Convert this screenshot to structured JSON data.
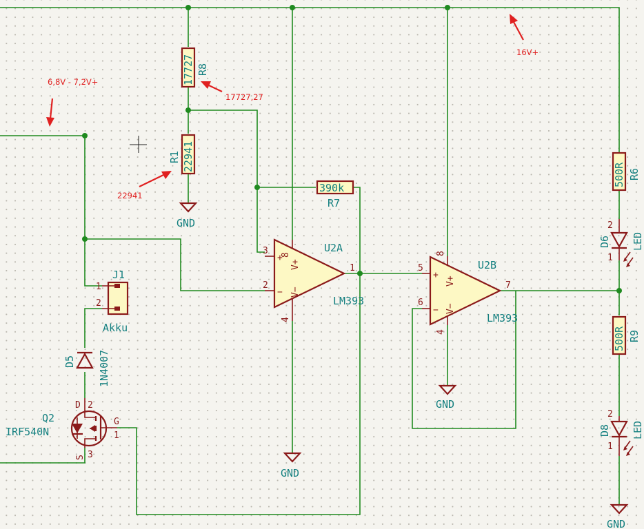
{
  "components": {
    "r8": {
      "ref": "R8",
      "value": "17727"
    },
    "r1": {
      "ref": "R1",
      "value": "22941"
    },
    "r7": {
      "ref": "R7",
      "value": "390k"
    },
    "r6": {
      "ref": "R6",
      "value": "500R"
    },
    "r9": {
      "ref": "R9",
      "value": "500R"
    },
    "u2a": {
      "ref": "U2A",
      "value": "LM393",
      "pins": {
        "inp": "3",
        "inn": "2",
        "out": "1",
        "vp": "8",
        "vm": "4"
      }
    },
    "u2b": {
      "ref": "U2B",
      "value": "LM393",
      "pins": {
        "inp": "5",
        "inn": "6",
        "out": "7",
        "vp": "8",
        "vm": "4"
      }
    },
    "j1": {
      "ref": "J1",
      "value": "Akku",
      "pin1": "1",
      "pin2": "2"
    },
    "d5": {
      "ref": "D5",
      "value": "1N4007"
    },
    "d6": {
      "ref": "D6",
      "value": "LED",
      "pin2": "2",
      "pin1": "1"
    },
    "d8": {
      "ref": "D8",
      "value": "LED",
      "pin2": "2",
      "pin1": "1"
    },
    "q2": {
      "ref": "Q2",
      "value": "IRF540N",
      "d": "D",
      "g": "G",
      "s": "S",
      "pin2": "2",
      "pin1": "1",
      "pin3": "3"
    }
  },
  "symbols": {
    "plus": "+",
    "minus": "−",
    "vplus": "V+",
    "vminus": "V−"
  },
  "power": {
    "gnd": "GND"
  },
  "notes": {
    "battery": "6,8V - 7,2V+",
    "r8_value": "17727,27",
    "r1_value": "22941",
    "supply": "16V+"
  }
}
